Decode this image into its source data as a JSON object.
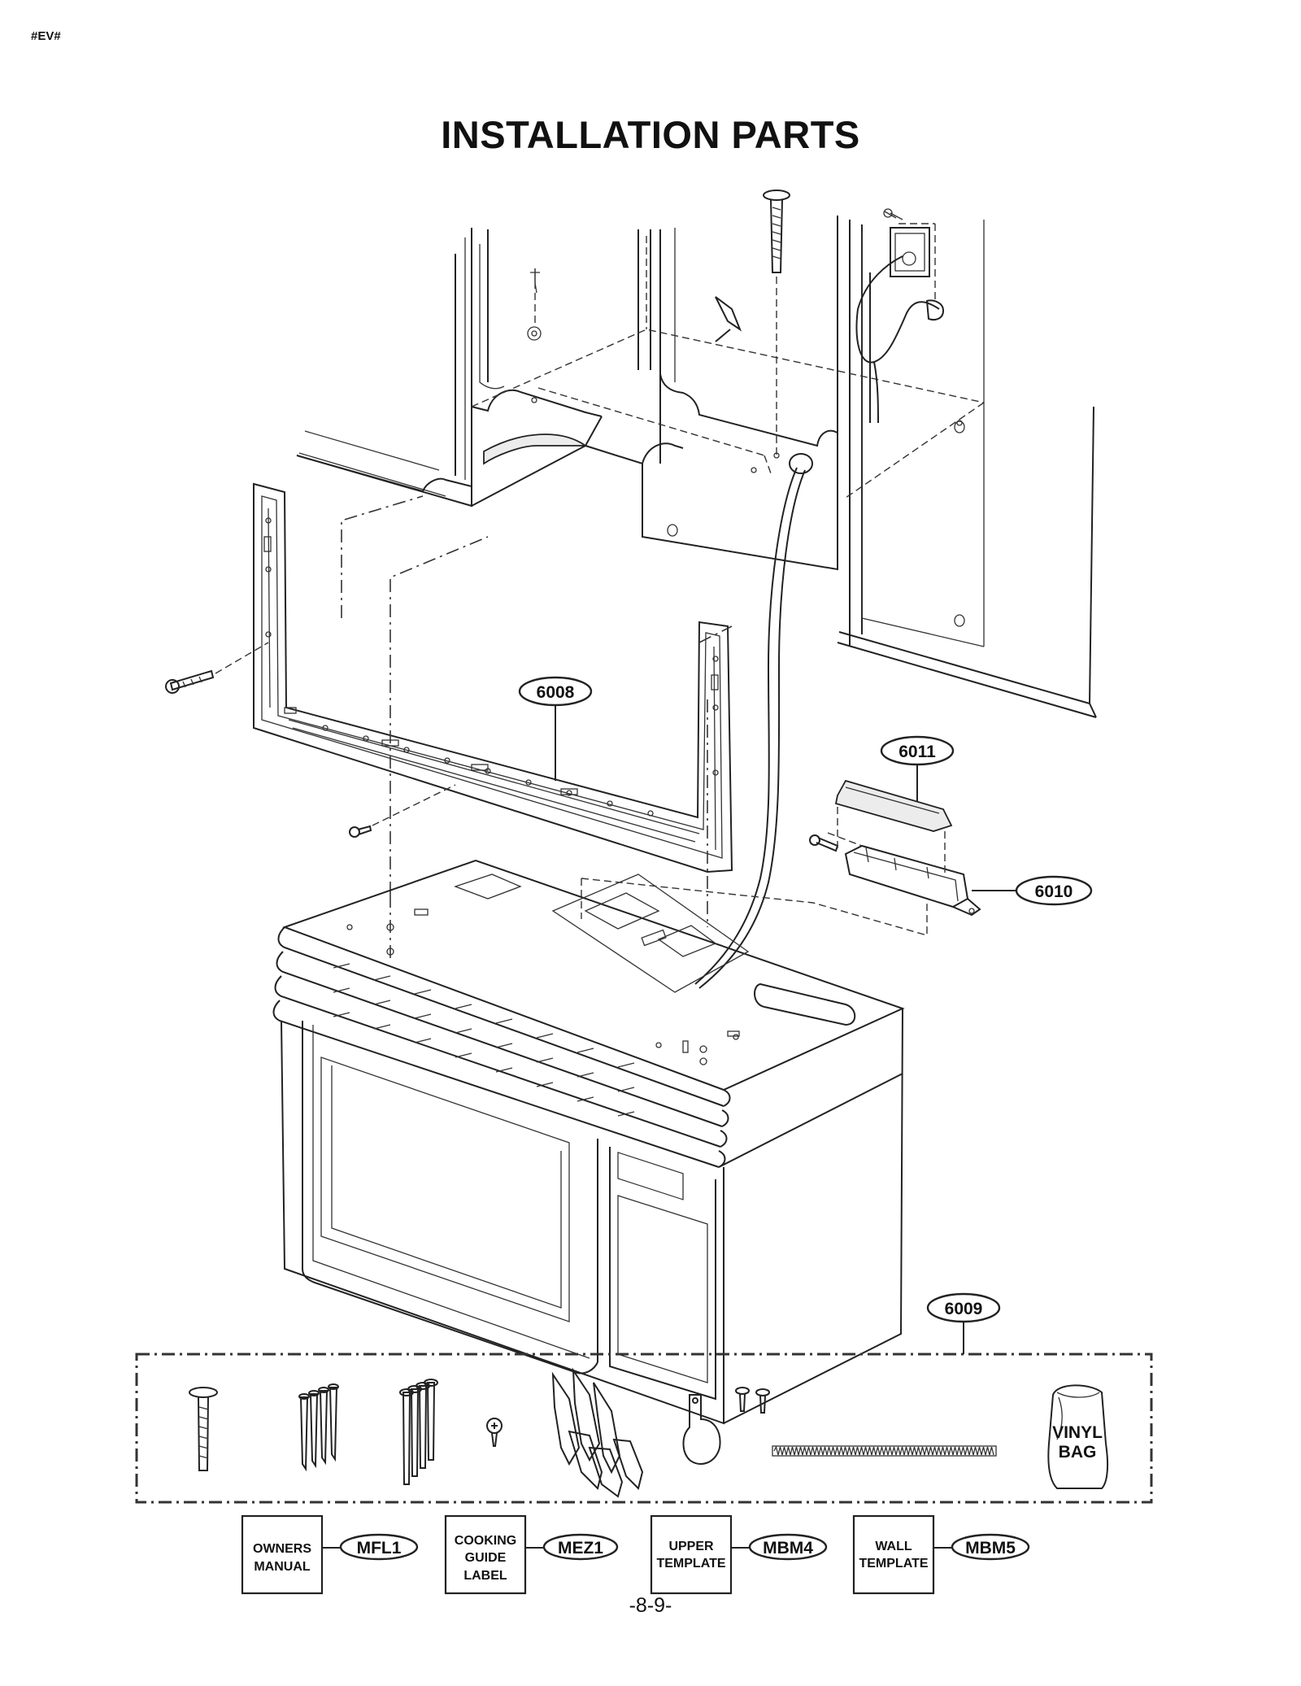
{
  "header": {
    "code": "#EV#",
    "title": "INSTALLATION PARTS"
  },
  "callouts": {
    "c6008": "6008",
    "c6011": "6011",
    "c6010": "6010",
    "c6009": "6009"
  },
  "kit_parts": {
    "vinyl_bag_line1": "VINYL",
    "vinyl_bag_line2": "BAG"
  },
  "docs": [
    {
      "lines": [
        "OWNERS",
        "MANUAL"
      ],
      "code": "MFL1"
    },
    {
      "lines": [
        "COOKING",
        "GUIDE",
        "LABEL"
      ],
      "code": "MEZ1"
    },
    {
      "lines": [
        "UPPER",
        "TEMPLATE"
      ],
      "code": "MBM4"
    },
    {
      "lines": [
        "WALL",
        "TEMPLATE"
      ],
      "code": "MBM5"
    }
  ],
  "footer": {
    "page_number": "-8-9-"
  }
}
